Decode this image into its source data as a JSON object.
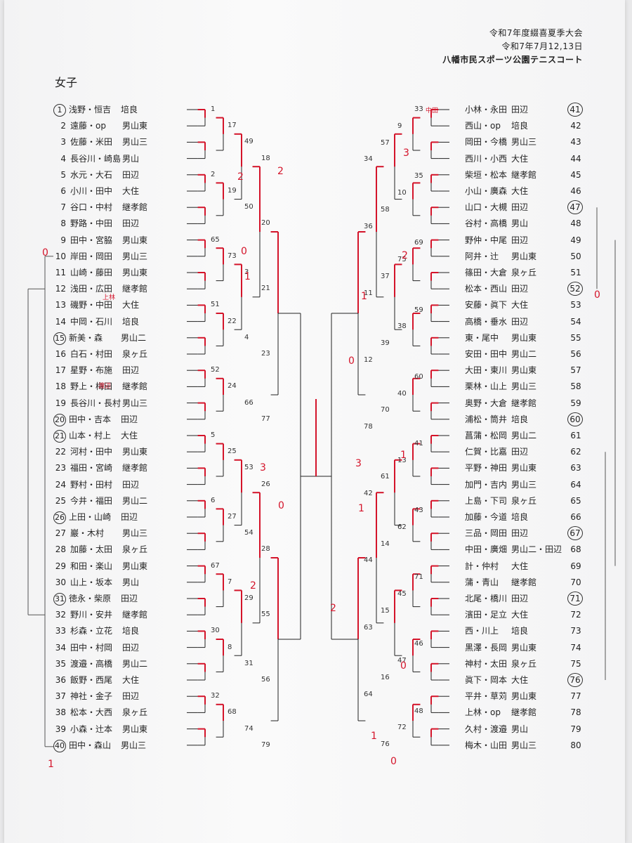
{
  "header": {
    "tournament": "令和7年度綴喜夏季大会",
    "date": "令和7年7月12,13日",
    "venue": "八幡市民スポーツ公園テニスコート"
  },
  "section_title": "女子",
  "left_entries": [
    {
      "num": "1",
      "names": "浅野・恒吉",
      "school": "培良",
      "circled": true
    },
    {
      "num": "2",
      "names": "遠藤・op",
      "school": "男山東"
    },
    {
      "num": "3",
      "names": "佐藤・米田",
      "school": "男山三"
    },
    {
      "num": "4",
      "names": "長谷川・崎島",
      "school": "男山"
    },
    {
      "num": "5",
      "names": "水元・大石",
      "school": "田辺"
    },
    {
      "num": "6",
      "names": "小川・田中",
      "school": "大住"
    },
    {
      "num": "7",
      "names": "谷口・中村",
      "school": "継孝館"
    },
    {
      "num": "8",
      "names": "野路・中田",
      "school": "田辺"
    },
    {
      "num": "9",
      "names": "田中・宮脇",
      "school": "男山東"
    },
    {
      "num": "10",
      "names": "岸田・岡田",
      "school": "男山三"
    },
    {
      "num": "11",
      "names": "山崎・藤田",
      "school": "男山東"
    },
    {
      "num": "12",
      "names": "浅田・広田",
      "school": "継孝館"
    },
    {
      "num": "13",
      "names": "磯野・中田",
      "school": "大住"
    },
    {
      "num": "14",
      "names": "中岡・石川",
      "school": "培良"
    },
    {
      "num": "15",
      "names": "新美・森",
      "school": "男山二",
      "circled": true
    },
    {
      "num": "16",
      "names": "白石・村田",
      "school": "泉ヶ丘"
    },
    {
      "num": "17",
      "names": "星野・布施",
      "school": "田辺"
    },
    {
      "num": "18",
      "names": "野上・梅田",
      "school": "継孝館"
    },
    {
      "num": "19",
      "names": "長谷川・長村",
      "school": "男山三"
    },
    {
      "num": "20",
      "names": "田中・吉本",
      "school": "田辺",
      "circled": true
    },
    {
      "num": "21",
      "names": "山本・村上",
      "school": "大住",
      "circled": true
    },
    {
      "num": "22",
      "names": "河村・田中",
      "school": "男山東"
    },
    {
      "num": "23",
      "names": "福田・宮崎",
      "school": "継孝館"
    },
    {
      "num": "24",
      "names": "野村・田村",
      "school": "田辺"
    },
    {
      "num": "25",
      "names": "今井・福田",
      "school": "男山二"
    },
    {
      "num": "26",
      "names": "上田・山崎",
      "school": "田辺",
      "circled": true
    },
    {
      "num": "27",
      "names": "巖・木村",
      "school": "男山三"
    },
    {
      "num": "28",
      "names": "加藤・太田",
      "school": "泉ヶ丘"
    },
    {
      "num": "29",
      "names": "和田・楽山",
      "school": "男山東"
    },
    {
      "num": "30",
      "names": "山上・坂本",
      "school": "男山"
    },
    {
      "num": "31",
      "names": "徳永・柴原",
      "school": "田辺",
      "circled": true
    },
    {
      "num": "32",
      "names": "野川・安井",
      "school": "継孝館"
    },
    {
      "num": "33",
      "names": "杉森・立花",
      "school": "培良"
    },
    {
      "num": "34",
      "names": "田中・村岡",
      "school": "田辺"
    },
    {
      "num": "35",
      "names": "渡邉・高橋",
      "school": "男山二"
    },
    {
      "num": "36",
      "names": "飯野・西尾",
      "school": "大住"
    },
    {
      "num": "37",
      "names": "神社・金子",
      "school": "田辺"
    },
    {
      "num": "38",
      "names": "松本・大西",
      "school": "泉ヶ丘"
    },
    {
      "num": "39",
      "names": "小森・辻本",
      "school": "男山東"
    },
    {
      "num": "40",
      "names": "田中・森山",
      "school": "男山三",
      "circled": true
    }
  ],
  "right_entries": [
    {
      "num": "41",
      "names": "小林・永田",
      "school": "田辺",
      "circled": true
    },
    {
      "num": "42",
      "names": "西山・op",
      "school": "培良"
    },
    {
      "num": "43",
      "names": "岡田・今橋",
      "school": "男山三"
    },
    {
      "num": "44",
      "names": "西川・小西",
      "school": "大住"
    },
    {
      "num": "45",
      "names": "柴垣・松本",
      "school": "継孝館"
    },
    {
      "num": "46",
      "names": "小山・廣森",
      "school": "大住"
    },
    {
      "num": "47",
      "names": "山口・大槻",
      "school": "田辺",
      "circled": true
    },
    {
      "num": "48",
      "names": "谷村・高橋",
      "school": "男山"
    },
    {
      "num": "49",
      "names": "野仲・中尾",
      "school": "田辺"
    },
    {
      "num": "50",
      "names": "阿井・辻",
      "school": "男山東"
    },
    {
      "num": "51",
      "names": "篠田・大倉",
      "school": "泉ヶ丘"
    },
    {
      "num": "52",
      "names": "松本・西山",
      "school": "田辺",
      "circled": true
    },
    {
      "num": "53",
      "names": "安藤・眞下",
      "school": "大住"
    },
    {
      "num": "54",
      "names": "高橋・垂水",
      "school": "田辺"
    },
    {
      "num": "55",
      "names": "東・尾中",
      "school": "男山東"
    },
    {
      "num": "56",
      "names": "安田・田中",
      "school": "男山二"
    },
    {
      "num": "57",
      "names": "大田・東川",
      "school": "男山東"
    },
    {
      "num": "58",
      "names": "栗林・山上",
      "school": "男山三"
    },
    {
      "num": "59",
      "names": "奥野・大倉",
      "school": "継孝館"
    },
    {
      "num": "60",
      "names": "浦松・筒井",
      "school": "培良",
      "circled": true
    },
    {
      "num": "61",
      "names": "菖蒲・松岡",
      "school": "男山二"
    },
    {
      "num": "62",
      "names": "仁賀・比嘉",
      "school": "田辺"
    },
    {
      "num": "63",
      "names": "平野・神田",
      "school": "男山東"
    },
    {
      "num": "64",
      "names": "加門・吉内",
      "school": "男山三"
    },
    {
      "num": "65",
      "names": "上島・下司",
      "school": "泉ヶ丘"
    },
    {
      "num": "66",
      "names": "加藤・今道",
      "school": "培良"
    },
    {
      "num": "67",
      "names": "三品・岡田",
      "school": "田辺",
      "circled": true
    },
    {
      "num": "68",
      "names": "中田・廣畑",
      "school": "男山二・田辺"
    },
    {
      "num": "69",
      "names": "計・仲村",
      "school": "大住"
    },
    {
      "num": "70",
      "names": "蒲・青山",
      "school": "継孝館"
    },
    {
      "num": "71",
      "names": "北尾・橋川",
      "school": "田辺",
      "circled": true
    },
    {
      "num": "72",
      "names": "濱田・足立",
      "school": "大住"
    },
    {
      "num": "73",
      "names": "西・川上",
      "school": "培良"
    },
    {
      "num": "74",
      "names": "黒澤・長岡",
      "school": "男山東"
    },
    {
      "num": "75",
      "names": "神村・太田",
      "school": "泉ヶ丘"
    },
    {
      "num": "76",
      "names": "眞下・岡本",
      "school": "大住",
      "circled": true
    },
    {
      "num": "77",
      "names": "平井・草苅",
      "school": "男山東"
    },
    {
      "num": "78",
      "names": "上林・op",
      "school": "継孝館"
    },
    {
      "num": "79",
      "names": "久村・渡邉",
      "school": "男山"
    },
    {
      "num": "80",
      "names": "梅木・山田",
      "school": "男山三"
    }
  ],
  "match_numbers_left": [
    "1",
    "17",
    "49",
    "18",
    "2",
    "19",
    "50",
    "20",
    "65",
    "73",
    "3",
    "21",
    "51",
    "22",
    "4",
    "23",
    "52",
    "24",
    "66",
    "77",
    "5",
    "25",
    "53",
    "26",
    "6",
    "27",
    "54",
    "28",
    "67",
    "7",
    "29",
    "55",
    "30",
    "8",
    "31",
    "56",
    "32",
    "68",
    "74",
    "79"
  ],
  "match_numbers_right": [
    "33",
    "9",
    "57",
    "34",
    "35",
    "10",
    "58",
    "36",
    "69",
    "75",
    "37",
    "11",
    "59",
    "38",
    "39",
    "12",
    "60",
    "40",
    "70",
    "78",
    "41",
    "13",
    "61",
    "42",
    "43",
    "62",
    "14",
    "44",
    "71",
    "45",
    "15",
    "63",
    "46",
    "47",
    "16",
    "64",
    "48",
    "72",
    "76"
  ],
  "handwritten": {
    "marks": [
      "0",
      "1",
      "2",
      "3",
      "0",
      "1",
      "3",
      "1",
      "0",
      "2",
      "1",
      "0",
      "2",
      "1",
      "0",
      "3",
      "1",
      "2",
      "2",
      "0",
      "0"
    ],
    "notes": [
      "上林",
      "中田",
      "渡辺"
    ]
  },
  "colors": {
    "ink": "#222222",
    "red_pen": "#d4142a",
    "paper": "#f7f7f8"
  }
}
